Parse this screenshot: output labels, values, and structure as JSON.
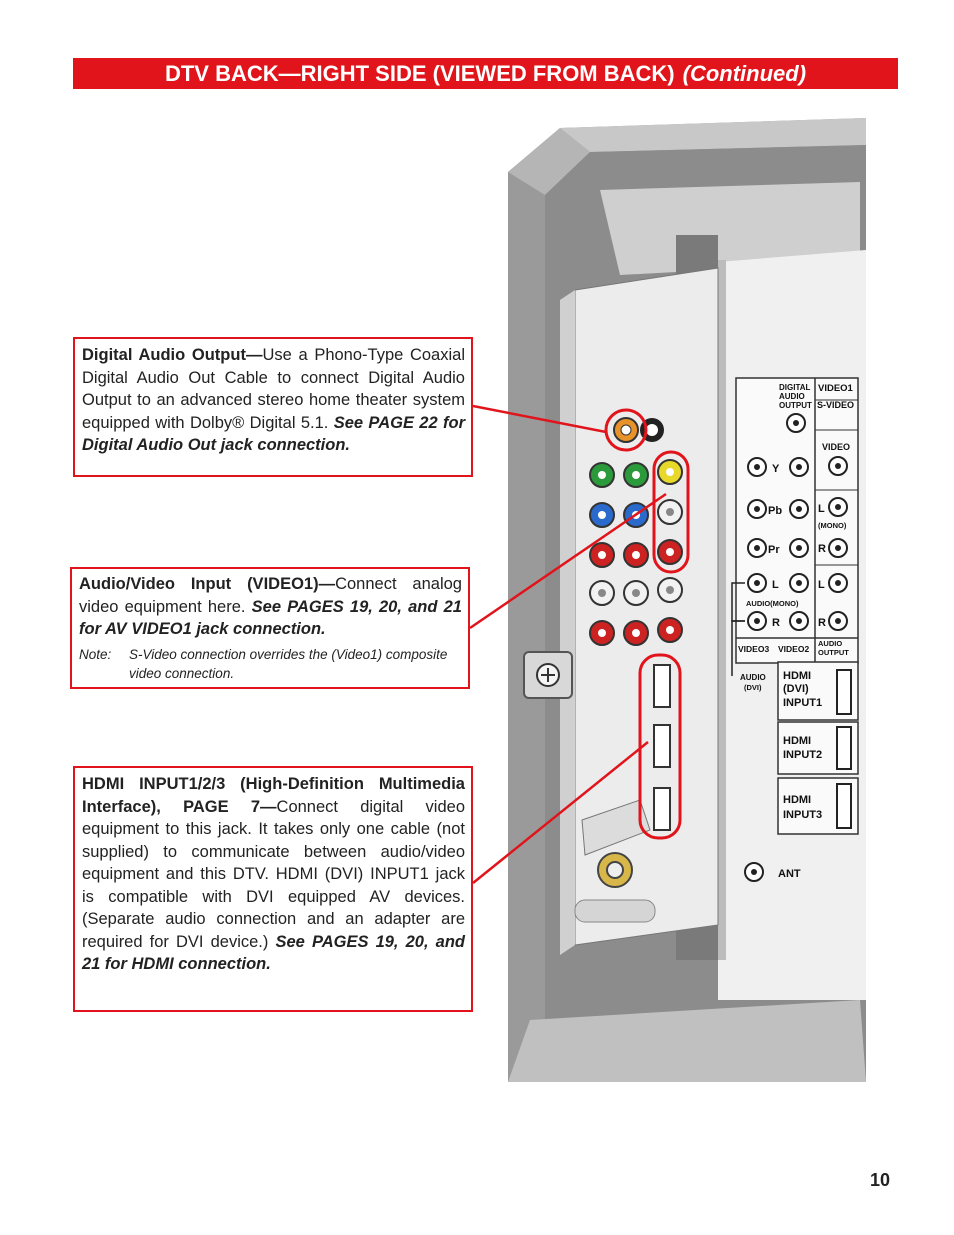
{
  "header": {
    "title": "DTV BACK—RIGHT SIDE (VIEWED FROM BACK)",
    "continued": "(Continued)"
  },
  "callouts": {
    "digital_audio": {
      "title": "Digital Audio Output—",
      "body": "Use a Phono-Type Coaxial Digital Audio Out Cable to connect Digital Audio Output to an advanced stereo home theater system equipped with Dolby® Digital 5.1. ",
      "ref": "See PAGE 22 for Digital Audio Out jack connection."
    },
    "av_input": {
      "title": "Audio/Video Input (VIDEO1)—",
      "body": "Connect analog video equipment here. ",
      "ref": "See PAGES 19, 20, and 21 for AV VIDEO1 jack connection.",
      "note_label": "Note:",
      "note_text": "S-Video connection overrides the (Video1) composite video connection."
    },
    "hdmi": {
      "title": "HDMI INPUT1/2/3 (High-Definition Multimedia Interface), PAGE 7—",
      "body": "Connect digital video equipment to this jack. It takes only one cable (not supplied) to communicate between audio/video equipment and this DTV. HDMI (DVI) INPUT1 jack is compatible with DVI equipped AV devices. (Separate audio connection and an adapter are required for DVI device.) ",
      "ref": "See PAGES 19, 20, and 21 for HDMI connection."
    }
  },
  "panel_labels": {
    "digital_audio_output": [
      "DIGITAL",
      "AUDIO",
      "OUTPUT"
    ],
    "video1": "VIDEO1",
    "s_video": "S-VIDEO",
    "video": "VIDEO",
    "y": "Y",
    "pb": "Pb",
    "pr": "Pr",
    "l": "L",
    "r": "R",
    "mono": "(MONO)",
    "audio_mono": "AUDIO(MONO)",
    "video3": "VIDEO3",
    "video2": "VIDEO2",
    "audio_output": [
      "AUDIO",
      "OUTPUT"
    ],
    "audio_dvi": [
      "AUDIO",
      "(DVI)"
    ],
    "hdmi1": [
      "HDMI",
      "(DVI)",
      "INPUT1"
    ],
    "hdmi2": [
      "HDMI",
      "INPUT2"
    ],
    "hdmi3": [
      "HDMI",
      "INPUT3"
    ],
    "ant": "ANT"
  },
  "page_number": "10"
}
